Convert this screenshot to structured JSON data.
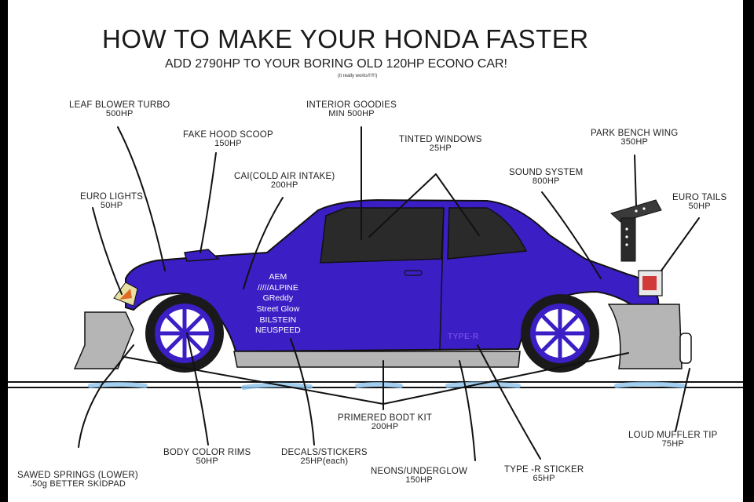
{
  "title": "HOW TO MAKE YOUR HONDA FASTER",
  "subtitle": "ADD 2790HP TO YOUR BORING OLD 120HP ECONO CAR!",
  "note": "(it really works!!!!!!)",
  "colors": {
    "car_body": "#3b1ec4",
    "windows": "#2b2b2b",
    "kit": "#b5b5b5",
    "rim": "#ffffff",
    "road": "#111111",
    "splash": "#7fb8e6"
  },
  "car_decals": [
    "AEM",
    "/////ALPINE",
    "GReddy",
    "Street Glow",
    "BILSTEIN",
    "NEUSPEED"
  ],
  "type_r_text": "TYPE-R",
  "labels": {
    "leaf_blower": {
      "name": "LEAF BLOWER TURBO",
      "hp": "500HP"
    },
    "interior": {
      "name": "INTERIOR GOODIES",
      "hp": "MIN 500HP"
    },
    "hood_scoop": {
      "name": "FAKE HOOD SCOOP",
      "hp": "150HP"
    },
    "tinted": {
      "name": "TINTED WINDOWS",
      "hp": "25HP"
    },
    "park_bench": {
      "name": "PARK BENCH WING",
      "hp": "350HP"
    },
    "cai": {
      "name": "CAI(COLD AIR INTAKE)",
      "hp": "200HP"
    },
    "sound": {
      "name": "SOUND SYSTEM",
      "hp": "800HP"
    },
    "euro_lights": {
      "name": "EURO LIGHTS",
      "hp": "50HP"
    },
    "euro_tails": {
      "name": "EURO TAILS",
      "hp": "50HP"
    },
    "body_kit": {
      "name": "PRIMERED BODT KIT",
      "hp": "200HP"
    },
    "muffler": {
      "name": "LOUD MUFFLER TIP",
      "hp": "75HP"
    },
    "rims": {
      "name": "BODY COLOR RIMS",
      "hp": "50HP"
    },
    "decals": {
      "name": "DECALS/STICKERS",
      "hp": "25HP(each)"
    },
    "springs": {
      "name": "SAWED SPRINGS (LOWER)",
      "hp": ".50g BETTER SKIDPAD"
    },
    "neons": {
      "name": "NEONS/UNDERGLOW",
      "hp": "150HP"
    },
    "type_r": {
      "name": "TYPE -R STICKER",
      "hp": "65HP"
    }
  }
}
